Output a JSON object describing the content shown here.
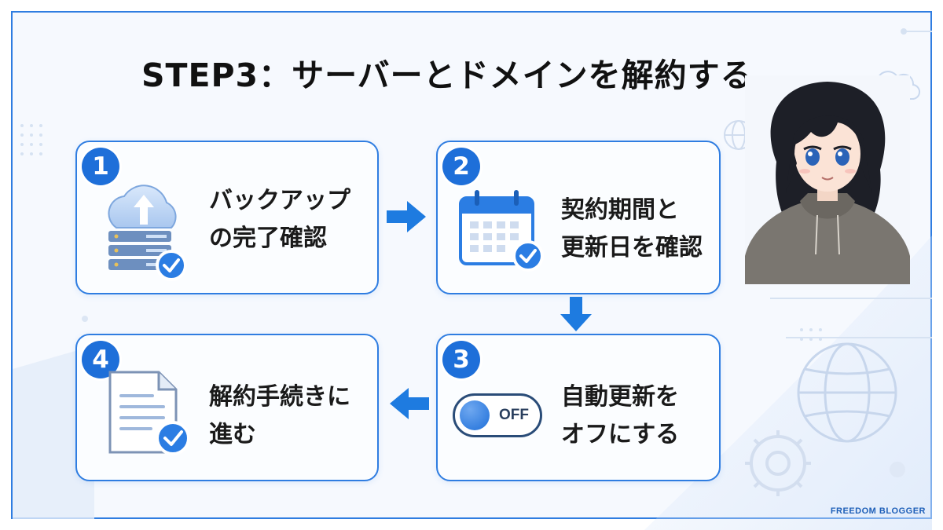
{
  "title": "STEP3：サーバーとドメインを解約する",
  "steps": [
    {
      "number": "1",
      "label": "バックアップ\nの完了確認",
      "icon": "cloud-server-check-icon"
    },
    {
      "number": "2",
      "label": "契約期間と\n更新日を確認",
      "icon": "calendar-check-icon"
    },
    {
      "number": "3",
      "label": "自動更新を\nオフにする",
      "icon": "toggle-off-icon",
      "toggle_text": "OFF"
    },
    {
      "number": "4",
      "label": "解約手続きに\n進む",
      "icon": "document-check-icon"
    }
  ],
  "flow": [
    "right",
    "down",
    "left"
  ],
  "footer": "FREEDOM BLOGGER",
  "colors": {
    "accent": "#1e6fd9",
    "border": "#2f7de1",
    "arrow": "#1e7be0",
    "check": "#2b7de3"
  }
}
